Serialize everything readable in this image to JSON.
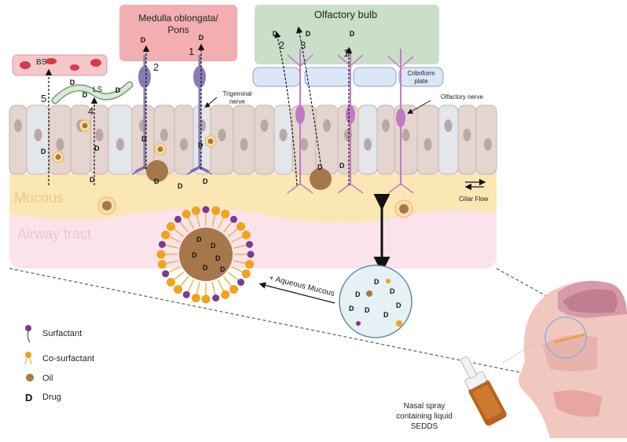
{
  "labels": {
    "medulla": [
      "Medulla oblongata/",
      "Pons"
    ],
    "olfactory_bulb": "Olfactory bulb",
    "cribriform": [
      "Cribriform",
      "plate"
    ],
    "olfactory_nerve": "Olfactory nerve",
    "trigeminal": [
      "Trigeminal",
      "nerve"
    ],
    "bs": "BS",
    "ls": "LS",
    "mucous": "Mucous",
    "airway": "Airway tract",
    "ciliar": "Ciliar Flow",
    "aqueous": "+ Aqueous Mucous",
    "spray": [
      "Nasal spray",
      "containing liquid",
      "SEDDS"
    ],
    "drug_symbol": "D"
  },
  "route_numbers": {
    "r1a": "1",
    "r2a": "2",
    "r1b": "1",
    "r2b": "2",
    "r3": "3",
    "r4": "4",
    "r5": "5"
  },
  "legend": {
    "surfactant": "Surfactant",
    "cosurfactant": "Co-surfactant",
    "oil": "Oil",
    "drug_letter": "D",
    "drug": "Drug"
  },
  "colors": {
    "medulla_box": "#f2aeb1",
    "olfactory_box": "#c9dfc9",
    "plate": "#dbe6f6",
    "cell": "#e5d5d0",
    "cell_alt": "#e3e6ea",
    "mucous": "#fbe7b4",
    "airway": "#fbe3ec",
    "neuron": "#8a7bb6",
    "olf_neuron": "#c07bc6",
    "oil": "#a6774a",
    "surfactant_head": "#7a3b93",
    "cosurfactant_head": "#f2a21b"
  }
}
